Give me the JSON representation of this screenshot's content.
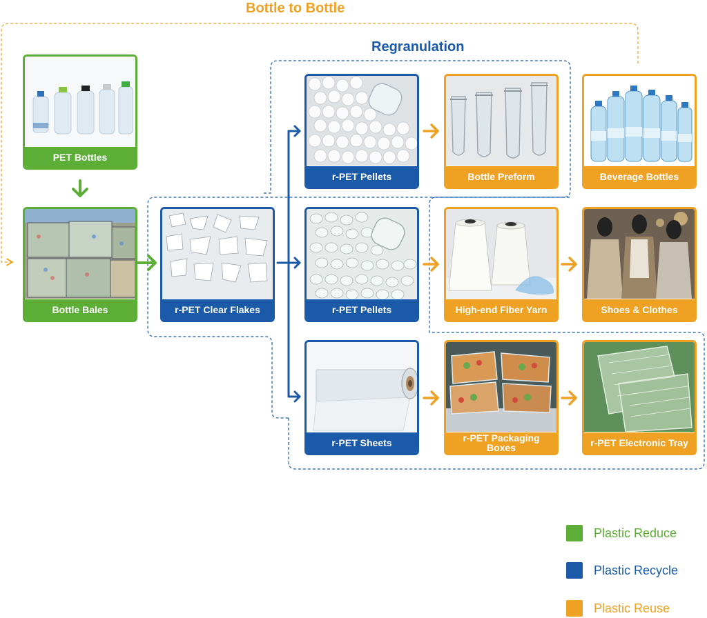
{
  "titles": {
    "bottle_to_bottle": "Bottle to Bottle",
    "regranulation": "Regranulation"
  },
  "colors": {
    "reduce": "#5cae36",
    "recycle": "#1b5aa8",
    "reuse": "#eea122"
  },
  "nodes": {
    "pet_bottles": "PET Bottles",
    "bottle_bales": "Bottle Bales",
    "clear_flakes": "r-PET Clear Flakes",
    "pellets_top": "r-PET Pellets",
    "pellets_mid": "r-PET Pellets",
    "sheets": "r-PET Sheets",
    "bottle_preform": "Bottle Preform",
    "beverage_bottles": "Beverage Bottles",
    "fiber_yarn": "High-end Fiber Yarn",
    "shoes_clothes": "Shoes & Clothes",
    "packaging_boxes": "r-PET Packaging Boxes",
    "electronic_tray": "r-PET Electronic Tray"
  },
  "legend": [
    {
      "label": "Plastic Reduce",
      "color": "#5cae36"
    },
    {
      "label": "Plastic Recycle",
      "color": "#1b5aa8"
    },
    {
      "label": "Plastic Reuse",
      "color": "#eea122"
    }
  ]
}
